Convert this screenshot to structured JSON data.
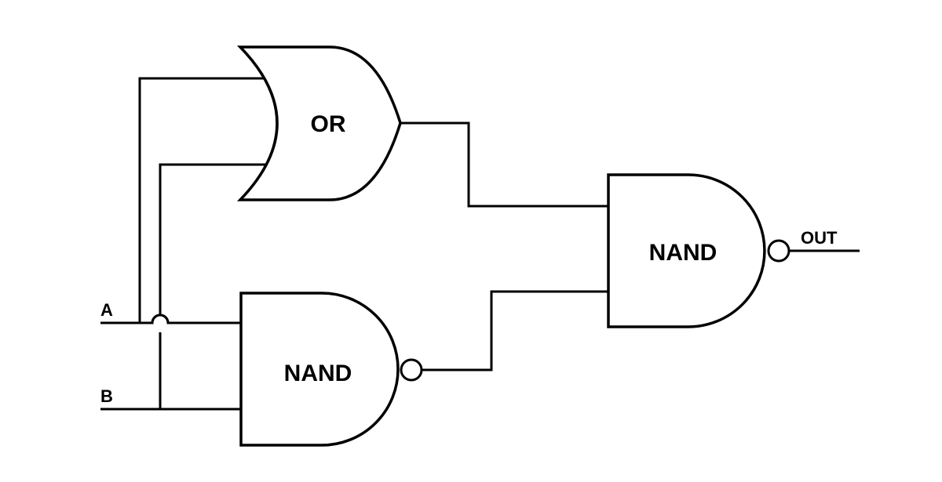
{
  "diagram": {
    "type": "logic-circuit",
    "inputs": [
      {
        "id": "A",
        "label": "A"
      },
      {
        "id": "B",
        "label": "B"
      }
    ],
    "output": {
      "id": "OUT",
      "label": "OUT"
    },
    "gates": [
      {
        "id": "or1",
        "type": "OR",
        "label": "OR",
        "inputs": [
          "A",
          "B"
        ]
      },
      {
        "id": "nand1",
        "type": "NAND",
        "label": "NAND",
        "inputs": [
          "A",
          "B"
        ]
      },
      {
        "id": "nand2",
        "type": "NAND",
        "label": "NAND",
        "inputs": [
          "or1",
          "nand1"
        ],
        "output": "OUT"
      }
    ],
    "wire_crossings": [
      {
        "description": "B branch hops over A line",
        "style": "jumper-arc"
      }
    ],
    "colors": {
      "stroke": "#000000",
      "background": "#ffffff"
    }
  }
}
